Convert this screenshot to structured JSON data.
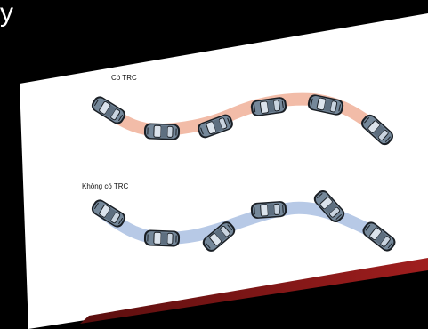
{
  "header_glyph": "y",
  "panel": {
    "with_trc_label": "Có TRC",
    "without_trc_label": "Không có TRC"
  },
  "colors": {
    "background": "#000000",
    "panel": "#ffffff",
    "accent_stripe": "#8b1a1a",
    "with_trc_path": "#f2bca8",
    "without_trc_path": "#b7c9e6",
    "car_body": "#6f7d8c",
    "car_window": "#cfd8e3"
  },
  "icons": {
    "car": "car-top-view-icon"
  }
}
